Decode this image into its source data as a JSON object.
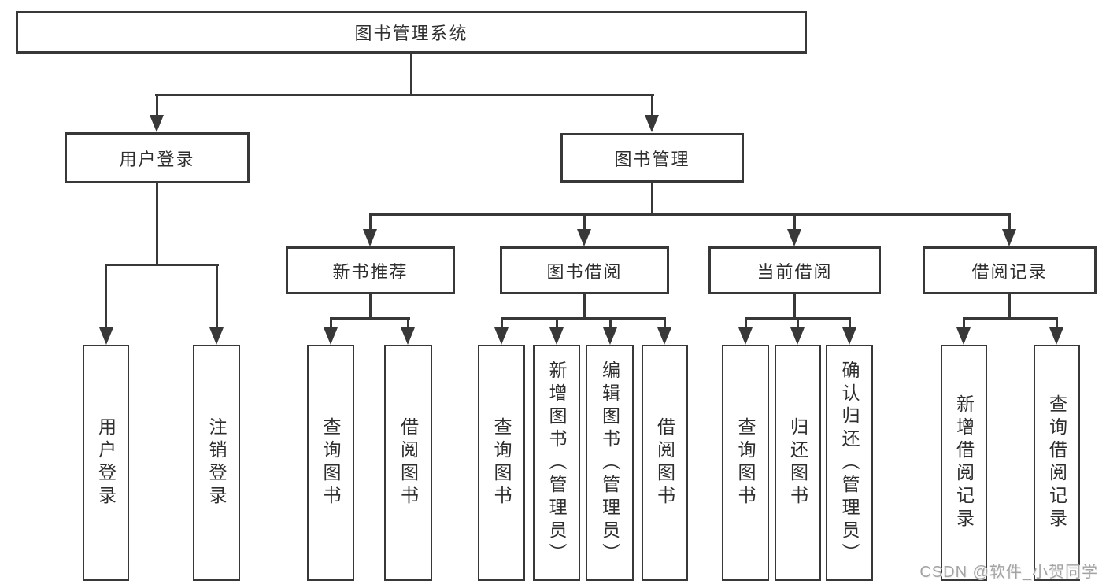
{
  "root": {
    "label": "图书管理系统"
  },
  "level1": {
    "user_login": {
      "label": "用户登录"
    },
    "book_management": {
      "label": "图书管理"
    }
  },
  "level2": {
    "new_book_recommend": {
      "label": "新书推荐"
    },
    "book_borrow": {
      "label": "图书借阅"
    },
    "current_borrow": {
      "label": "当前借阅"
    },
    "borrow_records": {
      "label": "借阅记录"
    }
  },
  "leaves": {
    "login": [
      "用户登录",
      "注销登录"
    ],
    "recommend": [
      "查询图书",
      "借阅图书"
    ],
    "borrow": [
      "查询图书",
      "新增图书（管理员）",
      "编辑图书（管理员）",
      "借阅图书"
    ],
    "current": [
      "查询图书",
      "归还图书",
      "确认归还（管理员）"
    ],
    "records": [
      "新增借阅记录",
      "查询借阅记录"
    ]
  },
  "watermark": {
    "text": "CSDN @软件_小贺同学"
  },
  "colors": {
    "line": "#383838",
    "text": "#2e2e2e",
    "box_background": "#ffffff",
    "watermark": "#a3a3a3",
    "background": "#ffffff"
  }
}
